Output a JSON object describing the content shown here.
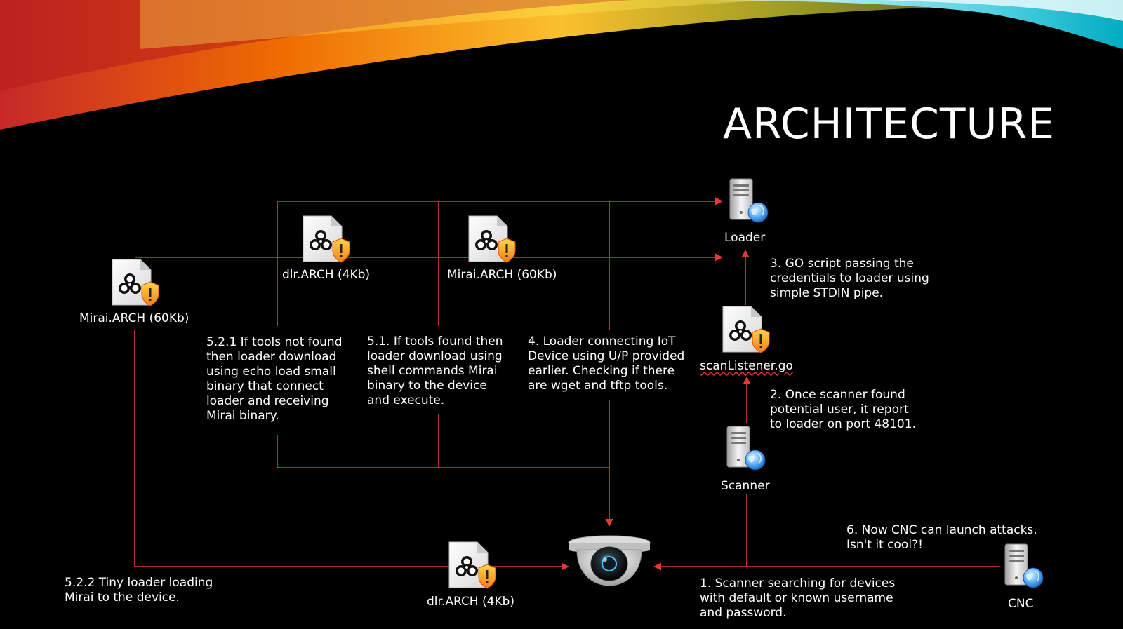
{
  "slide": {
    "title": "ARCHITECTURE"
  },
  "colors": {
    "background": "#000000",
    "connector": "#e53935",
    "text": "#ffffff"
  },
  "nodes": {
    "loader": "Loader",
    "scan_listener": "scanListener.go",
    "scanner": "Scanner",
    "cnc": "CNC",
    "dlr_top": "dlr.ARCH (4Kb)",
    "mirai_top": "Mirai.ARCH (60Kb)",
    "mirai_left": "Mirai.ARCH (60Kb)",
    "dlr_bottom": "dlr.ARCH (4Kb)"
  },
  "steps": {
    "s1": "1. Scanner searching for devices\nwith default or known username\nand password.",
    "s2": "2. Once scanner found\npotential user, it report\nto loader on port 48101.",
    "s3": "3. GO script passing the\ncredentials to loader using\nsimple STDIN pipe.",
    "s4": "4. Loader connecting IoT\nDevice using U/P provided\nearlier. Checking if there\nare wget and tftp tools.",
    "s51": "5.1. If tools found then\nloader download using\nshell commands Mirai\nbinary to the device\nand execute.",
    "s521": "5.2.1 If tools not found\nthen loader download\nusing echo load small\nbinary that connect\nloader and receiving\nMirai binary.",
    "s522": "5.2.2 Tiny loader loading\nMirai to the device.",
    "s6": "6. Now CNC can launch attacks.\nIsn't it cool?!"
  },
  "icons": {
    "server": "server-globe-icon",
    "file": "biohazard-file-icon",
    "camera": "security-camera-icon"
  }
}
